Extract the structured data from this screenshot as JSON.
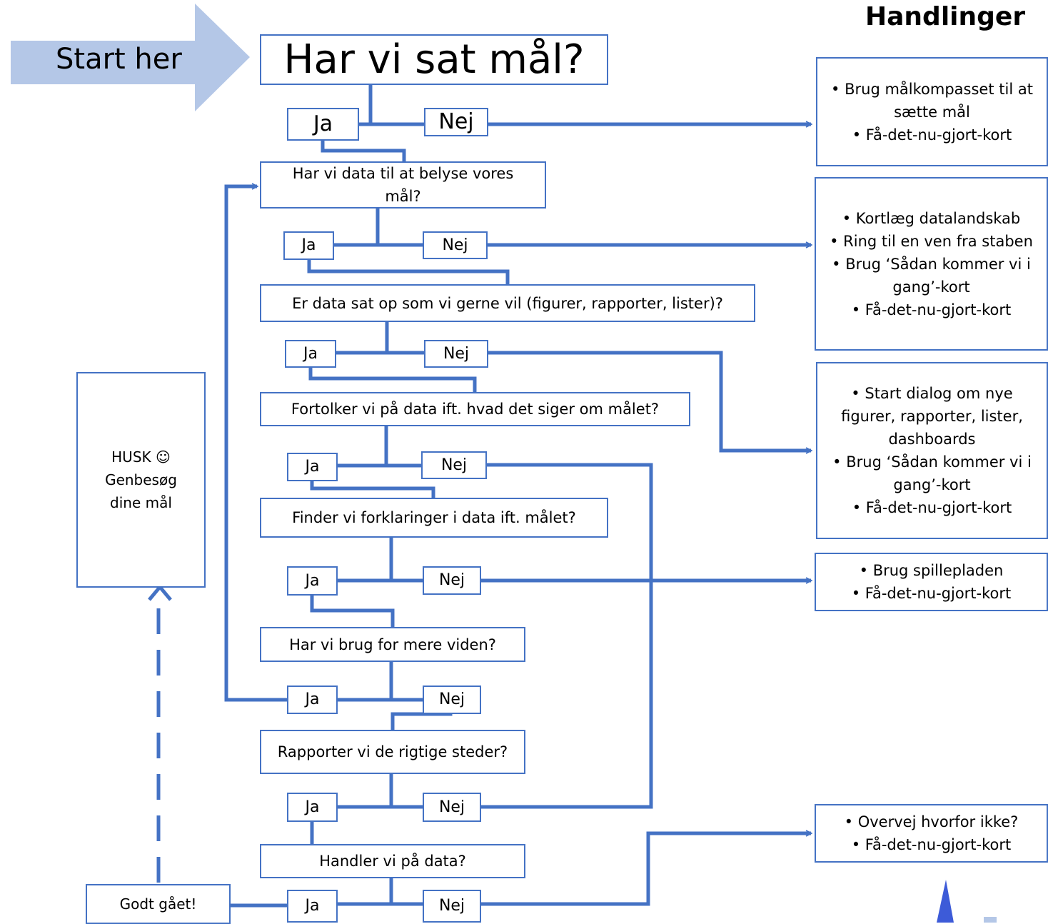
{
  "heading": "Handlinger",
  "start": "Start her",
  "questions": [
    "Har vi sat mål?",
    "Har vi data til at belyse vores mål?",
    "Er data sat op som vi gerne vil (figurer, rapporter, lister)?",
    "Fortolker vi på data ift. hvad det siger om målet?",
    "Finder vi forklaringer i data ift. målet?",
    "Har vi brug for mere viden?",
    "Rapporter vi de rigtige steder?",
    "Handler vi på data?"
  ],
  "yes": "Ja",
  "no": "Nej",
  "actions": [
    [
      "Brug målkompasset til at sætte mål",
      "Få-det-nu-gjort-kort"
    ],
    [
      "Kortlæg datalandskab",
      "Ring til en ven fra staben",
      "Brug ‘Sådan kommer vi i gang’-kort",
      "Få-det-nu-gjort-kort"
    ],
    [
      "Start dialog om nye figurer, rapporter, lister, dashboards",
      "Brug ‘Sådan kommer vi i gang’-kort",
      "Få-det-nu-gjort-kort"
    ],
    [
      "Brug spillepladen",
      "Få-det-nu-gjort-kort"
    ],
    [
      "Overvej hvorfor ikke?",
      "Få-det-nu-gjort-kort"
    ]
  ],
  "reminder": [
    "HUSK ☺",
    "Genbesøg",
    "dine mål"
  ],
  "done": "Godt gået!",
  "colors": {
    "line": "#4472c4",
    "arrow_fill": "#b4c7e7"
  }
}
